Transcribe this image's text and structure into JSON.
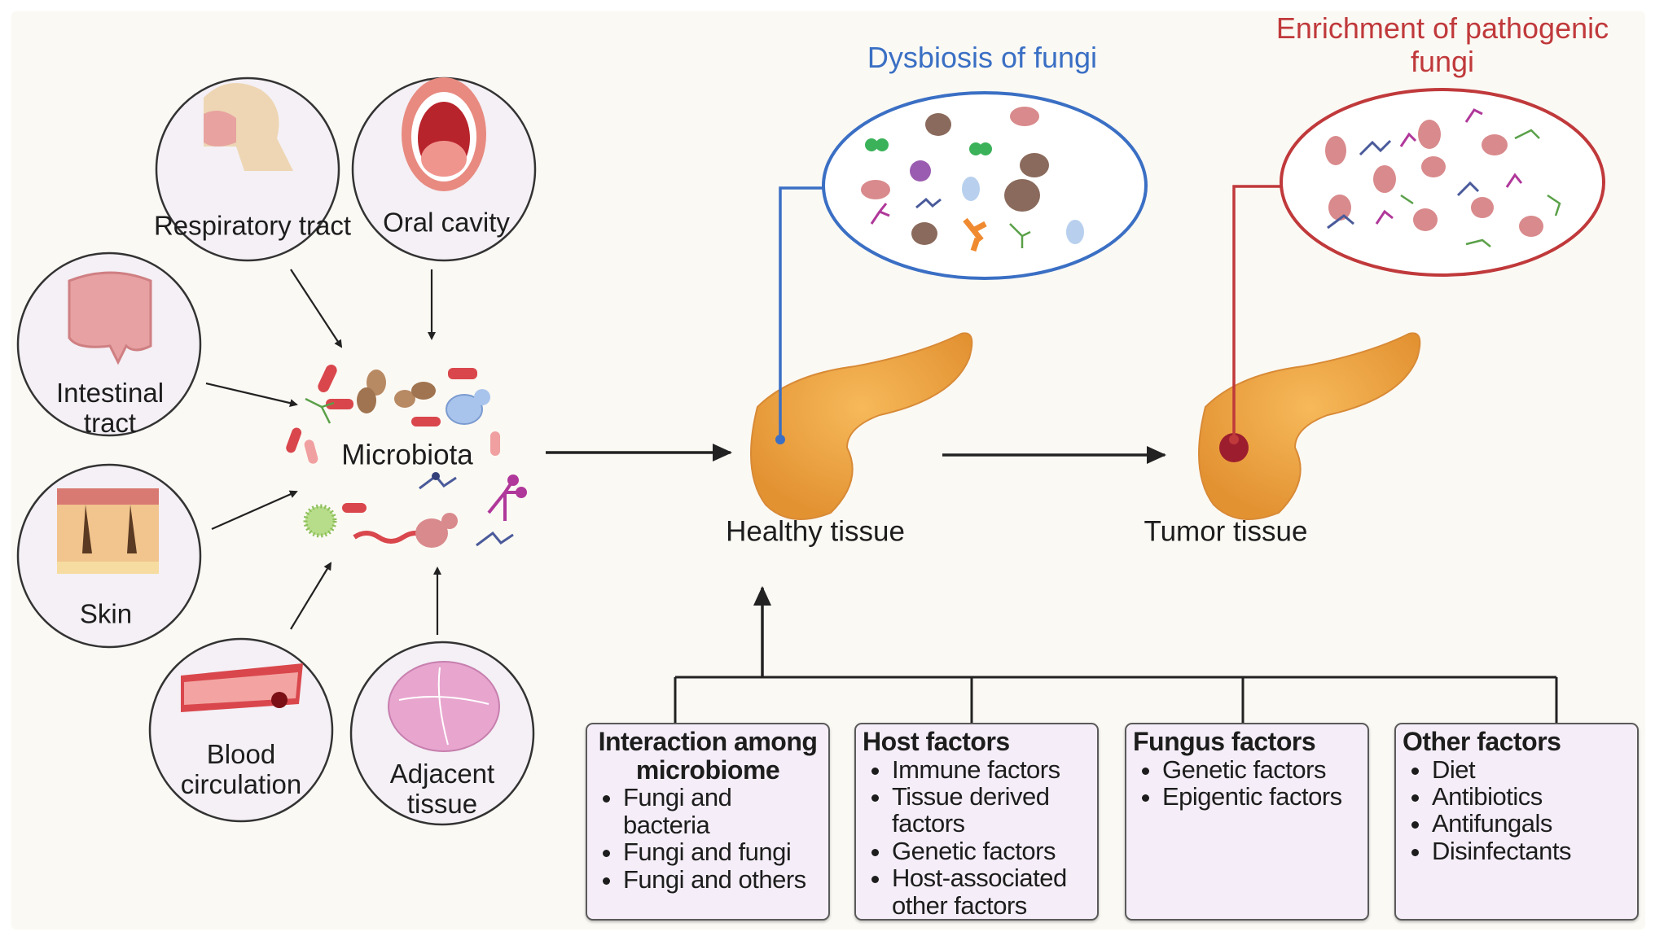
{
  "sources": {
    "respiratory": "Respiratory tract",
    "oral": "Oral cavity",
    "intestinal": "Intestinal tract",
    "skin": "Skin",
    "blood": "Blood circulation",
    "adjacent": "Adjacent tissue"
  },
  "microbiota_label": "Microbiota",
  "healthy_label": "Healthy tissue",
  "tumor_label": "Tumor tissue",
  "dysbiosis_title": "Dysbiosis of fungi",
  "enrichment_title_line1": "Enrichment of pathogenic",
  "enrichment_title_line2": "fungi",
  "colors": {
    "dysbiosis": "#3a6fc4",
    "enrichment": "#c0393b",
    "box_fill": "#f5eef8",
    "background": "#fbf9f4"
  },
  "factors": [
    {
      "title": "Interaction among microbiome",
      "items": [
        "Fungi and bacteria",
        "Fungi and fungi",
        "Fungi and others"
      ]
    },
    {
      "title": "Host factors",
      "items": [
        "Immune factors",
        "Tissue derived factors",
        "Genetic factors",
        "Host-associated other factors"
      ]
    },
    {
      "title": "Fungus factors",
      "items": [
        "Genetic factors",
        "Epigentic factors"
      ]
    },
    {
      "title": "Other factors",
      "items": [
        "Diet",
        "Antibiotics",
        "Antifungals",
        "Disinfectants"
      ]
    }
  ]
}
